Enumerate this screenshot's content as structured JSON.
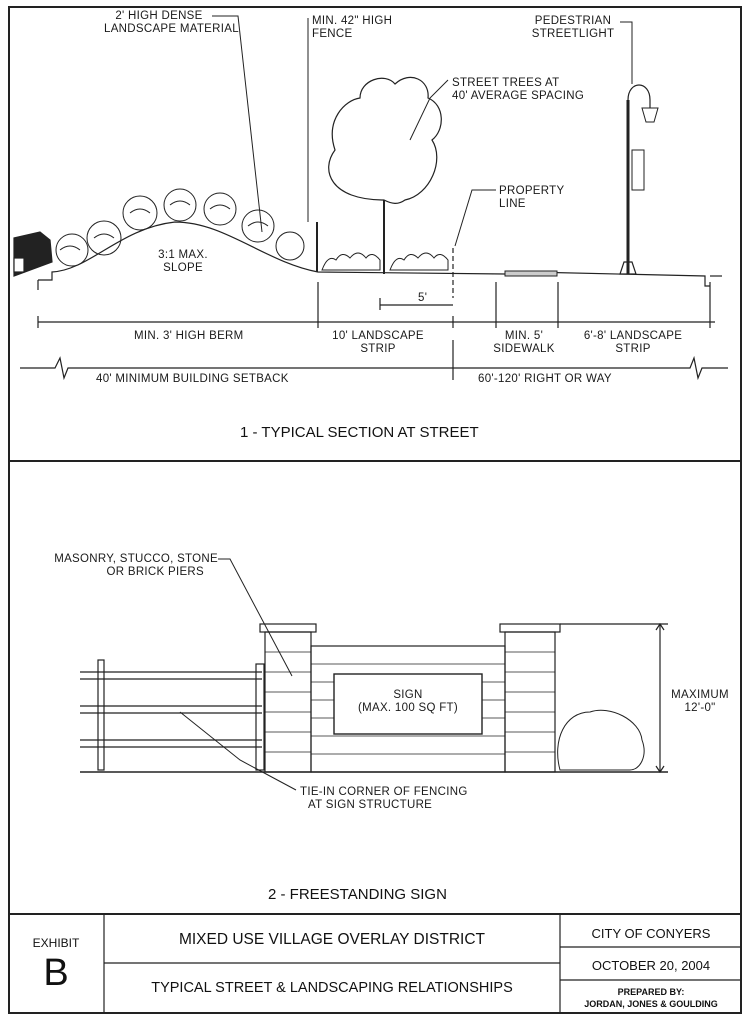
{
  "section1": {
    "caption": "1 - TYPICAL SECTION AT STREET",
    "labels": {
      "landscape_material_1": "2' HIGH DENSE",
      "landscape_material_2": "LANDSCAPE MATERIAL",
      "fence_1": "MIN. 42\" HIGH",
      "fence_2": "FENCE",
      "streetlight_1": "PEDESTRIAN",
      "streetlight_2": "STREETLIGHT",
      "trees_1": "STREET TREES AT",
      "trees_2": "40' AVERAGE SPACING",
      "property_1": "PROPERTY",
      "property_2": "LINE",
      "slope_1": "3:1 MAX.",
      "slope_2": "SLOPE",
      "five_ft": "5'",
      "berm": "MIN. 3' HIGH BERM",
      "strip10_1": "10' LANDSCAPE",
      "strip10_2": "STRIP",
      "sidewalk_1": "MIN. 5'",
      "sidewalk_2": "SIDEWALK",
      "strip68_1": "6'-8' LANDSCAPE",
      "strip68_2": "STRIP",
      "setback": "40' MINIMUM BUILDING SETBACK",
      "row": "60'-120' RIGHT OR WAY"
    }
  },
  "section2": {
    "caption": "2 - FREESTANDING SIGN",
    "labels": {
      "piers_1": "MASONRY, STUCCO, STONE",
      "piers_2": "OR BRICK PIERS",
      "sign_1": "SIGN",
      "sign_2": "(MAX. 100 SQ FT)",
      "max_1": "MAXIMUM",
      "max_2": "12'-0\"",
      "tiein_1": "TIE-IN CORNER OF FENCING",
      "tiein_2": "AT SIGN STRUCTURE"
    }
  },
  "title_block": {
    "exhibit": "EXHIBIT",
    "letter": "B",
    "title": "MIXED USE VILLAGE OVERLAY DISTRICT",
    "subtitle": "TYPICAL STREET & LANDSCAPING RELATIONSHIPS",
    "city": "CITY OF CONYERS",
    "date": "OCTOBER 20, 2004",
    "prepared_by": "PREPARED BY:",
    "firm": "JORDAN, JONES & GOULDING"
  }
}
